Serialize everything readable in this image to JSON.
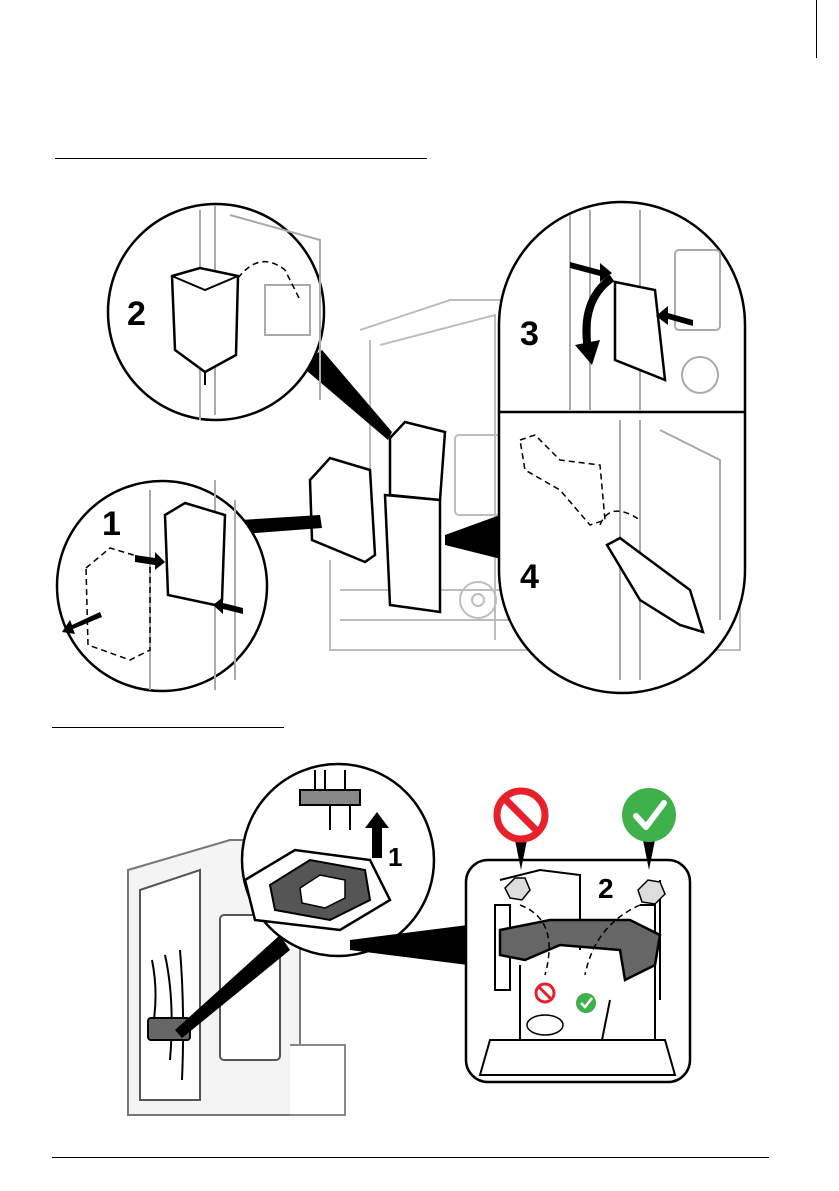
{
  "figure1": {
    "step_labels": [
      "1",
      "2",
      "3",
      "4"
    ]
  },
  "figure2": {
    "step_labels": [
      "1",
      "2"
    ],
    "icons": {
      "prohibited": "prohibited-icon",
      "approved": "checkmark-icon"
    },
    "colors": {
      "prohibited": "#e8202a",
      "approved": "#3fb14a"
    }
  }
}
